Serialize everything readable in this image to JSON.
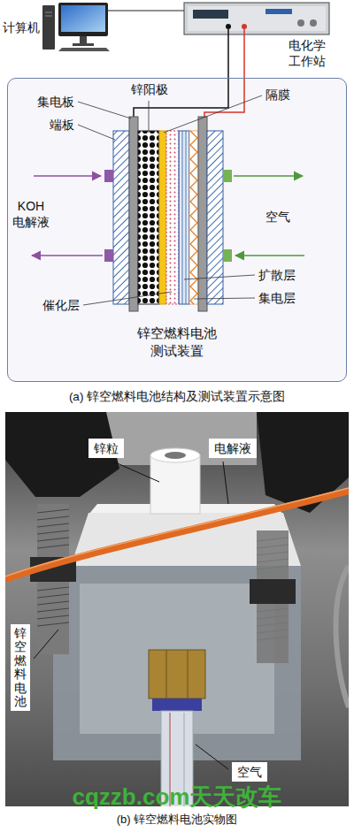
{
  "diagram": {
    "nodes": [
      {
        "text": [
          "锌空燃料电池 测试装置"
        ]
      },
      {
        "text": [
          "锌粒"
        ]
      },
      {
        "text": [
          "电解液"
        ]
      },
      {
        "text": [
          "锌空燃料电池"
        ]
      },
      {
        "text": [
          "空气"
        ]
      }
    ],
    "labels": [
      "计算机",
      "电化学 工作站",
      "集电板",
      "锌阳极",
      "端板",
      "隔膜",
      "KOH 电解液",
      "空气",
      "催化层",
      "扩散层",
      "集电层",
      "(a) 锌空燃料电池结构及测试装置示意图",
      "(b) 锌空燃料电池实物图",
      "cqzzb.com天天改车"
    ]
  }
}
